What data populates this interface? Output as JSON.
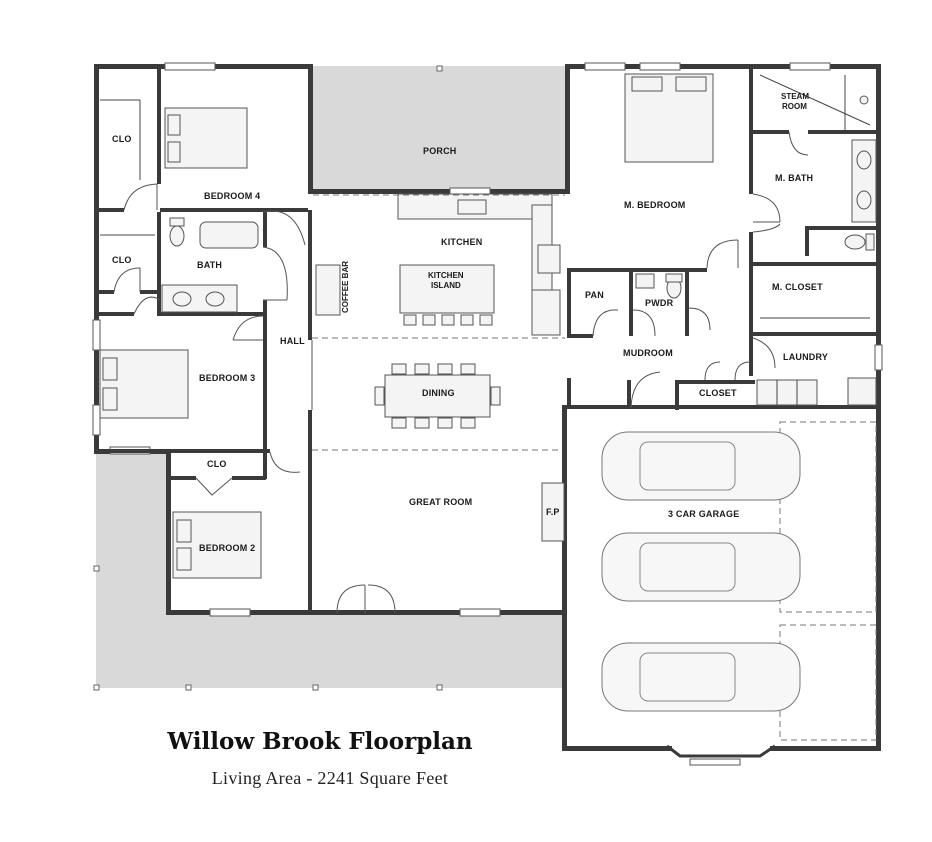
{
  "title": "Willow Brook Floorplan",
  "subtitle": "Living Area - 2241 Square Feet",
  "rooms": {
    "clo1": "CLO",
    "bedroom4": "BEDROOM 4",
    "porch": "PORCH",
    "m_bedroom": "M. BEDROOM",
    "steam_room_1": "STEAM",
    "steam_room_2": "ROOM",
    "m_bath": "M. BATH",
    "clo2": "CLO",
    "bath": "BATH",
    "kitchen": "KITCHEN",
    "kitchen_island_1": "KITCHEN",
    "kitchen_island_2": "ISLAND",
    "coffee_bar": "COFFEE BAR",
    "pan": "PAN",
    "pwdr": "PWDR",
    "m_closet": "M. CLOSET",
    "hall": "HALL",
    "mudroom": "MUDROOM",
    "laundry": "LAUNDRY",
    "bedroom3": "BEDROOM 3",
    "dining": "DINING",
    "closet": "CLOSET",
    "clo3": "CLO",
    "great_room": "GREAT ROOM",
    "fp": "F.P",
    "garage": "3 CAR GARAGE",
    "bedroom2": "BEDROOM 2"
  },
  "colors": {
    "wall": "#3a3a3a",
    "shade": "#d9d9d9",
    "background": "#ffffff"
  }
}
